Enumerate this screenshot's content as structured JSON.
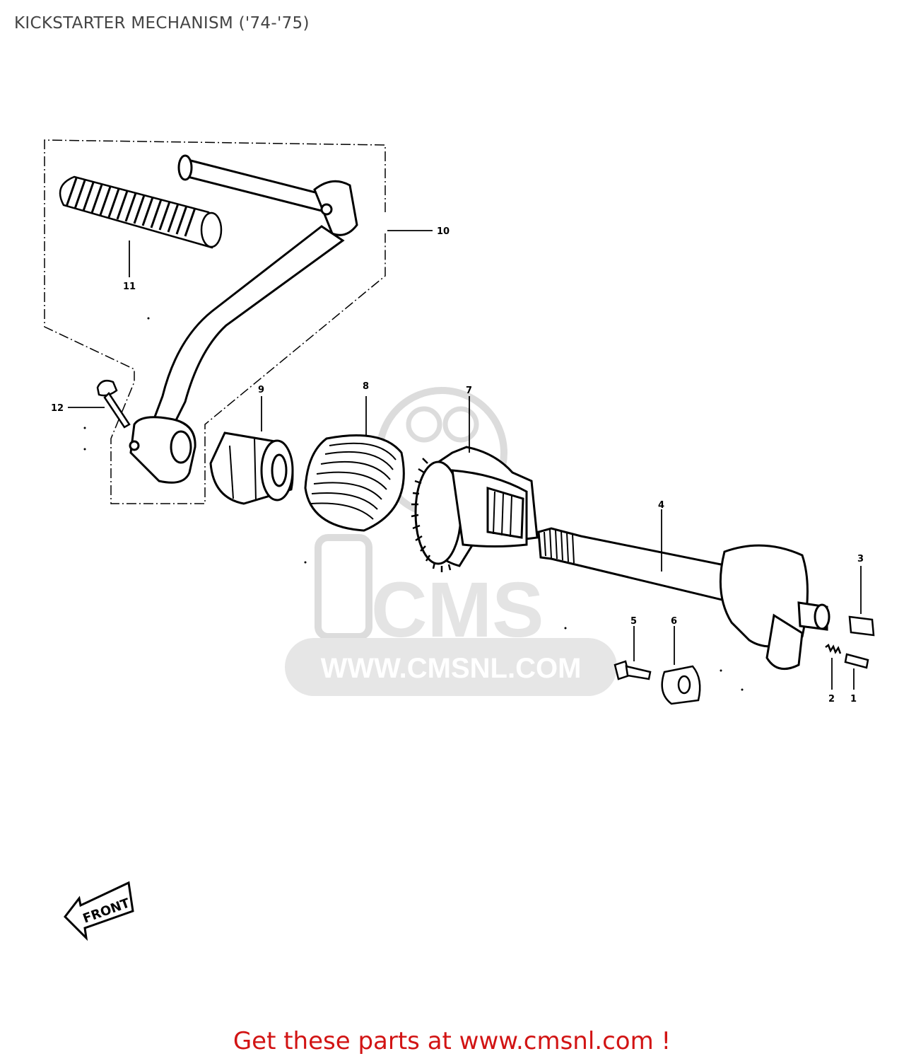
{
  "title": "KICKSTARTER MECHANISM ('74-'75)",
  "watermark": {
    "text": "WWW.CMSNL.COM",
    "logo_text": "CMS"
  },
  "front_label": "FRONT",
  "cta": "Get these parts at www.cmsnl.com !",
  "colors": {
    "cta": "#d21414",
    "title": "#444444",
    "ink": "#000000",
    "watermark": "#dcdcdc"
  },
  "parts": [
    {
      "id": "10",
      "label": "10"
    },
    {
      "id": "11",
      "label": "11"
    },
    {
      "id": "12",
      "label": "12"
    },
    {
      "id": "9",
      "label": "9"
    },
    {
      "id": "8",
      "label": "8"
    },
    {
      "id": "7",
      "label": "7"
    },
    {
      "id": "4",
      "label": "4"
    },
    {
      "id": "3",
      "label": "3"
    },
    {
      "id": "5",
      "label": "5"
    },
    {
      "id": "6",
      "label": "6"
    },
    {
      "id": "2",
      "label": "2"
    },
    {
      "id": "1",
      "label": "1"
    }
  ]
}
